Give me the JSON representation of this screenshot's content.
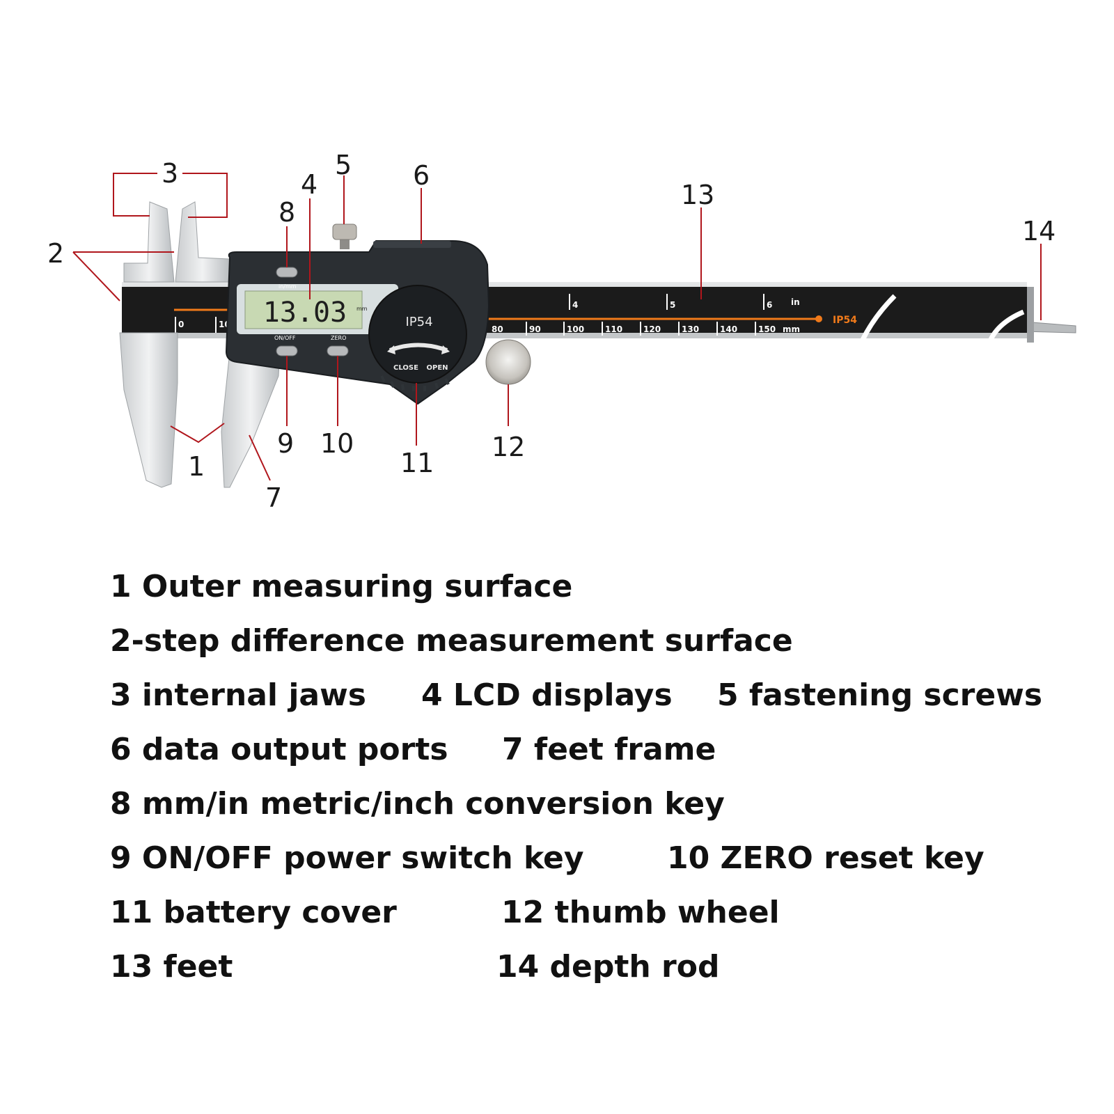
{
  "display": {
    "reading": "13.03",
    "unit": "mm",
    "key_top": "in/mm",
    "key_onoff": "ON/OFF",
    "key_zero": "ZERO"
  },
  "cover": {
    "rating": "IP54",
    "close": "CLOSE",
    "open": "OPEN"
  },
  "scale": {
    "mm_ticks": [
      "0",
      "10",
      "80",
      "90",
      "100",
      "110",
      "120",
      "130",
      "140",
      "150"
    ],
    "mm_unit": "mm",
    "in_ticks": [
      "4",
      "5",
      "6"
    ],
    "in_unit": "in",
    "rating": "IP54"
  },
  "callouts": [
    "1",
    "2",
    "3",
    "4",
    "5",
    "6",
    "7",
    "8",
    "9",
    "10",
    "11",
    "12",
    "13",
    "14"
  ],
  "legend": [
    [
      "1 Outer measuring surface"
    ],
    [
      "2-step difference measurement surface"
    ],
    [
      "3 internal jaws",
      "4 LCD displays",
      "5 fastening screws"
    ],
    [
      "6 data output ports",
      "7 feet frame"
    ],
    [
      "8 mm/in metric/inch conversion key"
    ],
    [
      "9 ON/OFF power switch key",
      "10 ZERO reset key"
    ],
    [
      "11 battery cover",
      "12 thumb wheel"
    ],
    [
      "13 feet",
      "14 depth rod"
    ]
  ],
  "colors": {
    "leader": "#b0161c",
    "scale_line": "#f07a1a",
    "body": "#2b2f33",
    "lcd": "#c8d9b3"
  }
}
